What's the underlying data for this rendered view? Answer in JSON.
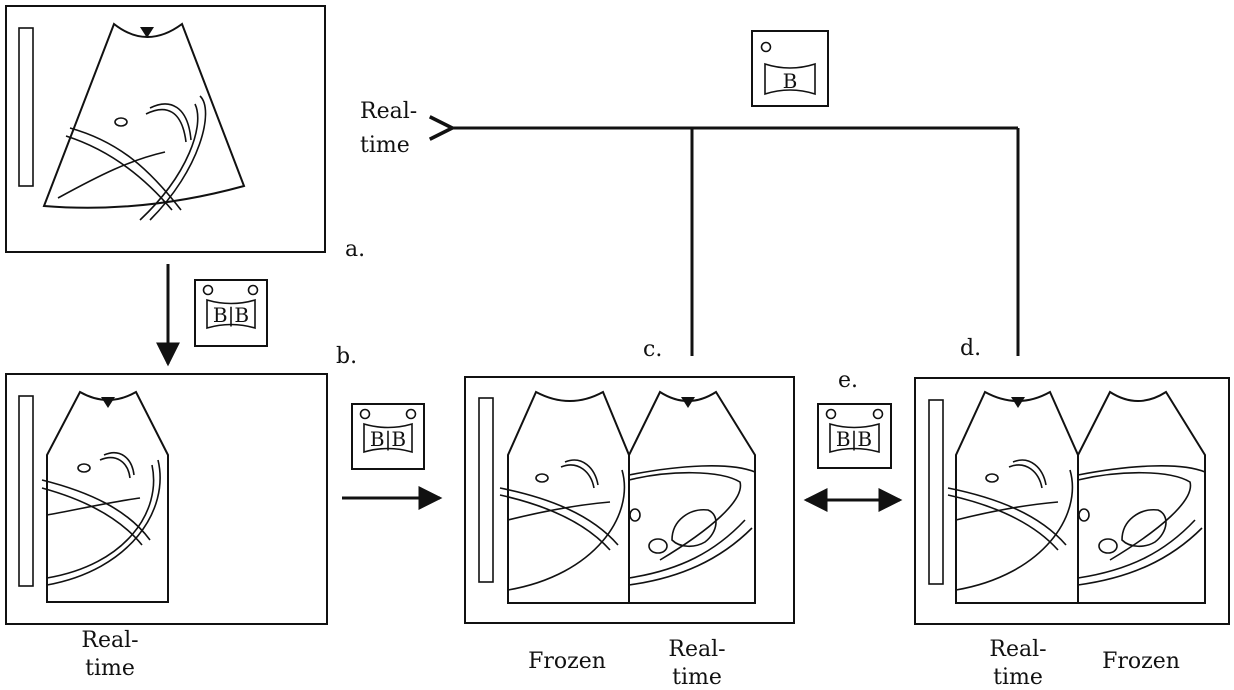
{
  "labels": {
    "panel_a": "a.",
    "panel_b": "b.",
    "panel_c": "c.",
    "panel_d": "d.",
    "transition_e": "e.",
    "top_realtime_line1": "Real-",
    "top_realtime_line2": "time",
    "b_caption_line1": "Real-",
    "b_caption_line2": "time",
    "c_left_caption": "Frozen",
    "c_right_caption_line1": "Real-",
    "c_right_caption_line2": "time",
    "d_left_caption_line1": "Real-",
    "d_left_caption_line2": "time",
    "d_right_caption": "Frozen"
  },
  "keys": {
    "dual": "B|B",
    "single": "B"
  }
}
